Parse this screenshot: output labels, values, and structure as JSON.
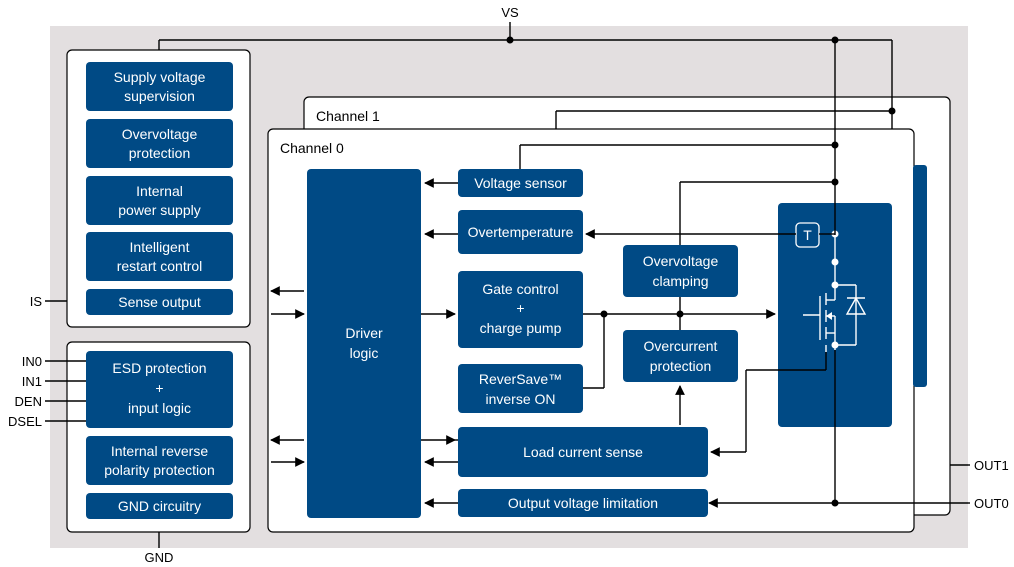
{
  "pins": {
    "vs": "VS",
    "gnd": "GND",
    "is": "IS",
    "in0": "IN0",
    "in1": "IN1",
    "den": "DEN",
    "dsel": "DSEL",
    "out0": "OUT0",
    "out1": "OUT1"
  },
  "channels": {
    "channel1": "Channel 1",
    "channel0": "Channel 0"
  },
  "left_blocks": {
    "supply_supervision": [
      "Supply voltage",
      "supervision"
    ],
    "overvoltage_protection": [
      "Overvoltage",
      "protection"
    ],
    "internal_power_supply": [
      "Internal",
      "power supply"
    ],
    "restart_control": [
      "Intelligent",
      "restart control"
    ],
    "sense_output": [
      "Sense output"
    ],
    "esd_protection": [
      "ESD protection",
      "+",
      "input logic"
    ],
    "reverse_polarity": [
      "Internal reverse",
      "polarity protection"
    ],
    "gnd_circuitry": [
      "GND circuitry"
    ]
  },
  "channel_blocks": {
    "driver_logic": [
      "Driver",
      "logic"
    ],
    "voltage_sensor": [
      "Voltage sensor"
    ],
    "overtemperature": [
      "Overtemperature"
    ],
    "gate_control": [
      "Gate control",
      "+",
      "charge pump"
    ],
    "reversave": [
      "ReverSave™",
      "inverse ON"
    ],
    "overvoltage_clamping": [
      "Overvoltage",
      "clamping"
    ],
    "overcurrent_protection": [
      "Overcurrent",
      "protection"
    ],
    "load_current_sense": [
      "Load current sense"
    ],
    "output_voltage_limitation": [
      "Output voltage limitation"
    ],
    "temp_sensor_symbol": "T"
  },
  "colors": {
    "block": "#004a85",
    "background": "#e3dfe0",
    "line": "#000000"
  }
}
